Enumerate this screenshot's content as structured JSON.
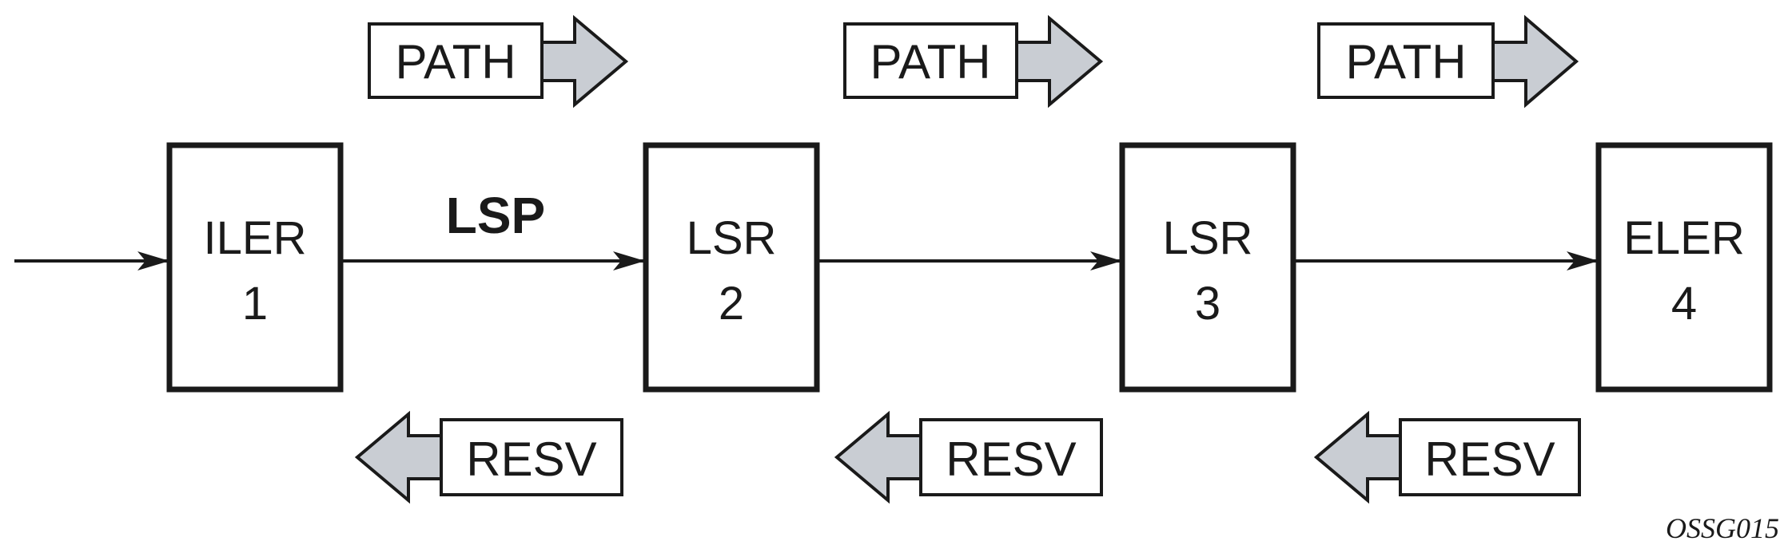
{
  "diagram": {
    "link_label": "LSP",
    "figure_id": "OSSG015",
    "nodes": [
      {
        "line1": "ILER",
        "line2": "1"
      },
      {
        "line1": "LSR",
        "line2": "2"
      },
      {
        "line1": "LSR",
        "line2": "3"
      },
      {
        "line1": "ELER",
        "line2": "4"
      }
    ],
    "path_messages": [
      {
        "label": "PATH"
      },
      {
        "label": "PATH"
      },
      {
        "label": "PATH"
      }
    ],
    "resv_messages": [
      {
        "label": "RESV"
      },
      {
        "label": "RESV"
      },
      {
        "label": "RESV"
      }
    ],
    "colors": {
      "stroke": "#1a1a1a",
      "arrow_fill": "#c9cdd3",
      "box_fill": "#ffffff"
    }
  }
}
